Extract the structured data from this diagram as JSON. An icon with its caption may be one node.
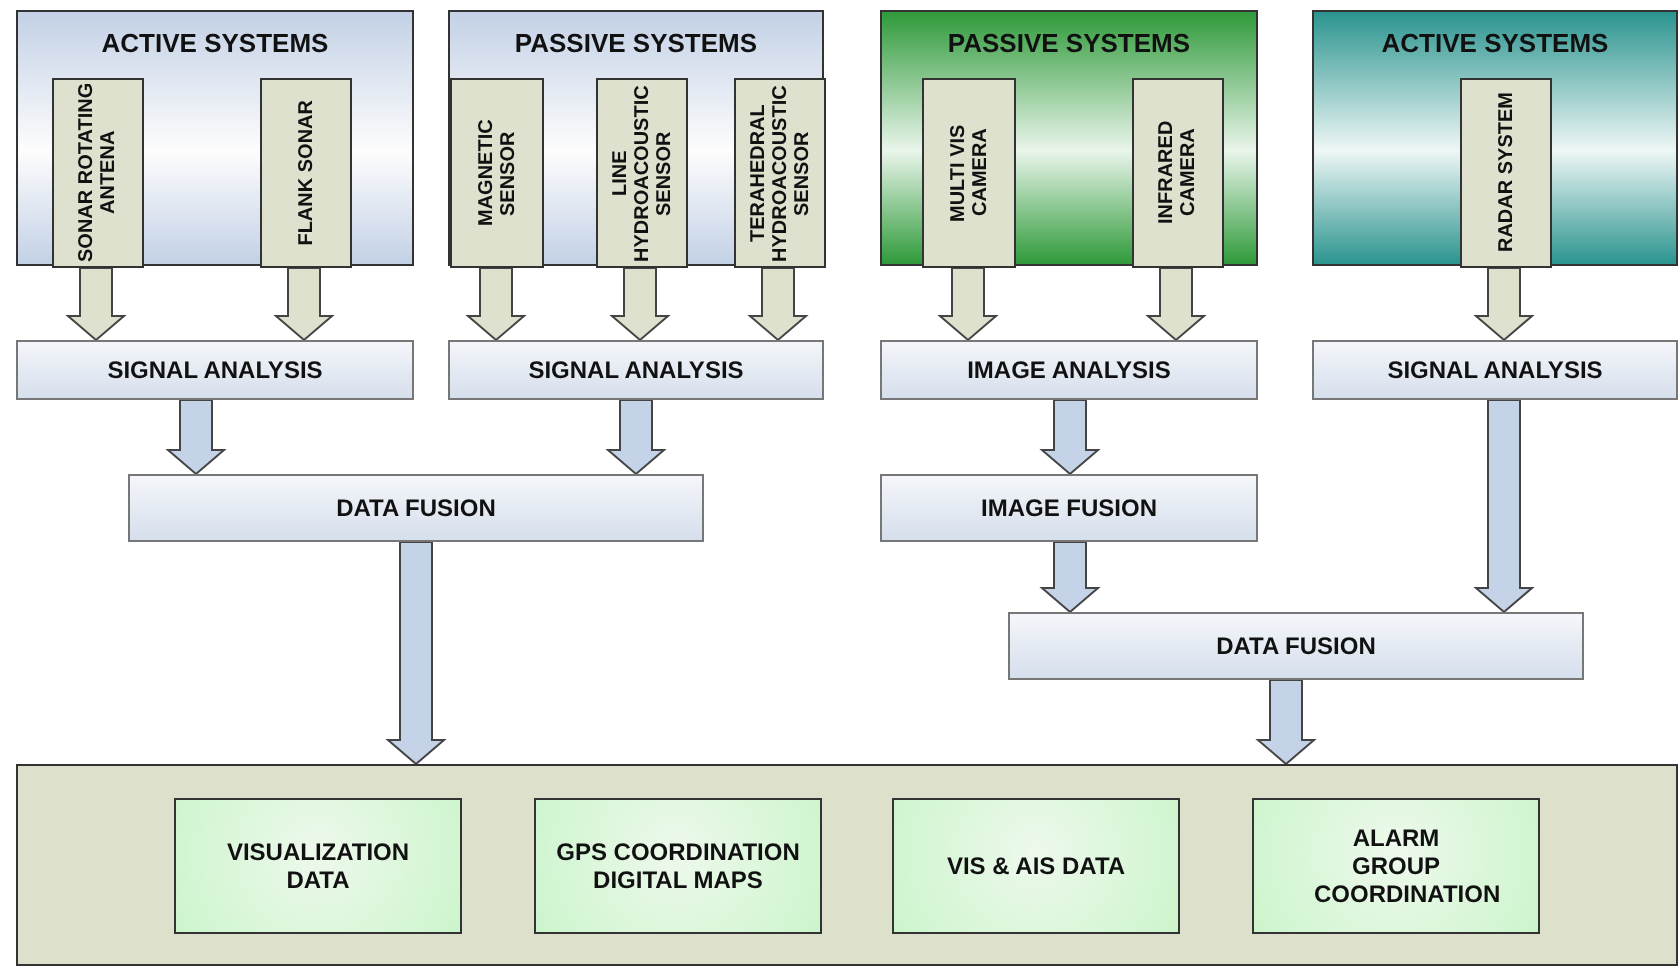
{
  "diagram": {
    "nodes": [
      {
        "text": [
          "ACTIVE SYSTEMS"
        ]
      },
      {
        "text": [
          "SONAR ROTATING ANTENA"
        ],
        "in": 0
      },
      {
        "text": [
          "FLANK SONAR"
        ],
        "in": 0
      },
      {
        "text": [
          "PASSIVE SYSTEMS"
        ]
      },
      {
        "text": [
          "MAGNETIC SENSOR"
        ],
        "in": 3
      },
      {
        "text": [
          "LINE HYDROACOUSTIC SENSOR"
        ],
        "in": 3
      },
      {
        "text": [
          "TERAHEDRAL HYDROACOUSTIC SENSOR"
        ],
        "in": 3
      },
      {
        "text": [
          "PASSIVE SYSTEMS"
        ]
      },
      {
        "text": [
          "MULTI VIS CAMERA"
        ],
        "in": 7
      },
      {
        "text": [
          "INFRARED CAMERA"
        ],
        "in": 7
      },
      {
        "text": [
          "ACTIVE SYSTEMS"
        ]
      },
      {
        "text": [
          "RADAR SYSTEM"
        ],
        "in": 10
      },
      {
        "text": [
          "SIGNAL ANALYSIS"
        ]
      },
      {
        "text": [
          "SIGNAL ANALYSIS"
        ]
      },
      {
        "text": [
          "IMAGE ANALYSIS"
        ]
      },
      {
        "text": [
          "SIGNAL ANALYSIS"
        ]
      },
      {
        "text": [
          "DATA FUSION"
        ]
      },
      {
        "text": [
          "IMAGE FUSION"
        ]
      },
      {
        "text": [
          "DATA FUSION"
        ]
      },
      {
        "text": [],
        "shape": "box"
      },
      {
        "text": [
          "VISUALIZATION DATA"
        ],
        "in": 19
      },
      {
        "text": [
          "GPS COORDINATION DIGITAL MAPS"
        ],
        "in": 19
      },
      {
        "text": [
          "VIS & AIS DATA"
        ],
        "in": 19
      },
      {
        "text": [
          "ALARM GROUP COORDINATION"
        ],
        "in": 19
      }
    ],
    "edges": [
      {
        "from": 1,
        "to": 12,
        "arrow": "to"
      },
      {
        "from": 2,
        "to": 12,
        "arrow": "to"
      },
      {
        "from": 4,
        "to": 13,
        "arrow": "to"
      },
      {
        "from": 5,
        "to": 13,
        "arrow": "to"
      },
      {
        "from": 6,
        "to": 13,
        "arrow": "to"
      },
      {
        "from": 8,
        "to": 14,
        "arrow": "to"
      },
      {
        "from": 9,
        "to": 14,
        "arrow": "to"
      },
      {
        "from": 11,
        "to": 15,
        "arrow": "to"
      },
      {
        "from": 12,
        "to": 16,
        "arrow": "to",
        "color": "#c5d3e8"
      },
      {
        "from": 13,
        "to": 16,
        "arrow": "to",
        "color": "#c5d3e8"
      },
      {
        "from": 14,
        "to": 17,
        "arrow": "to",
        "color": "#c5d3e8"
      },
      {
        "from": 15,
        "to": 18,
        "arrow": "to",
        "color": "#c5d3e8"
      },
      {
        "from": 17,
        "to": 18,
        "arrow": "to",
        "color": "#c5d3e8"
      },
      {
        "from": 16,
        "to": 19,
        "arrow": "to",
        "color": "#c5d3e8"
      },
      {
        "from": 18,
        "to": 19,
        "arrow": "to",
        "color": "#c5d3e8"
      }
    ]
  }
}
